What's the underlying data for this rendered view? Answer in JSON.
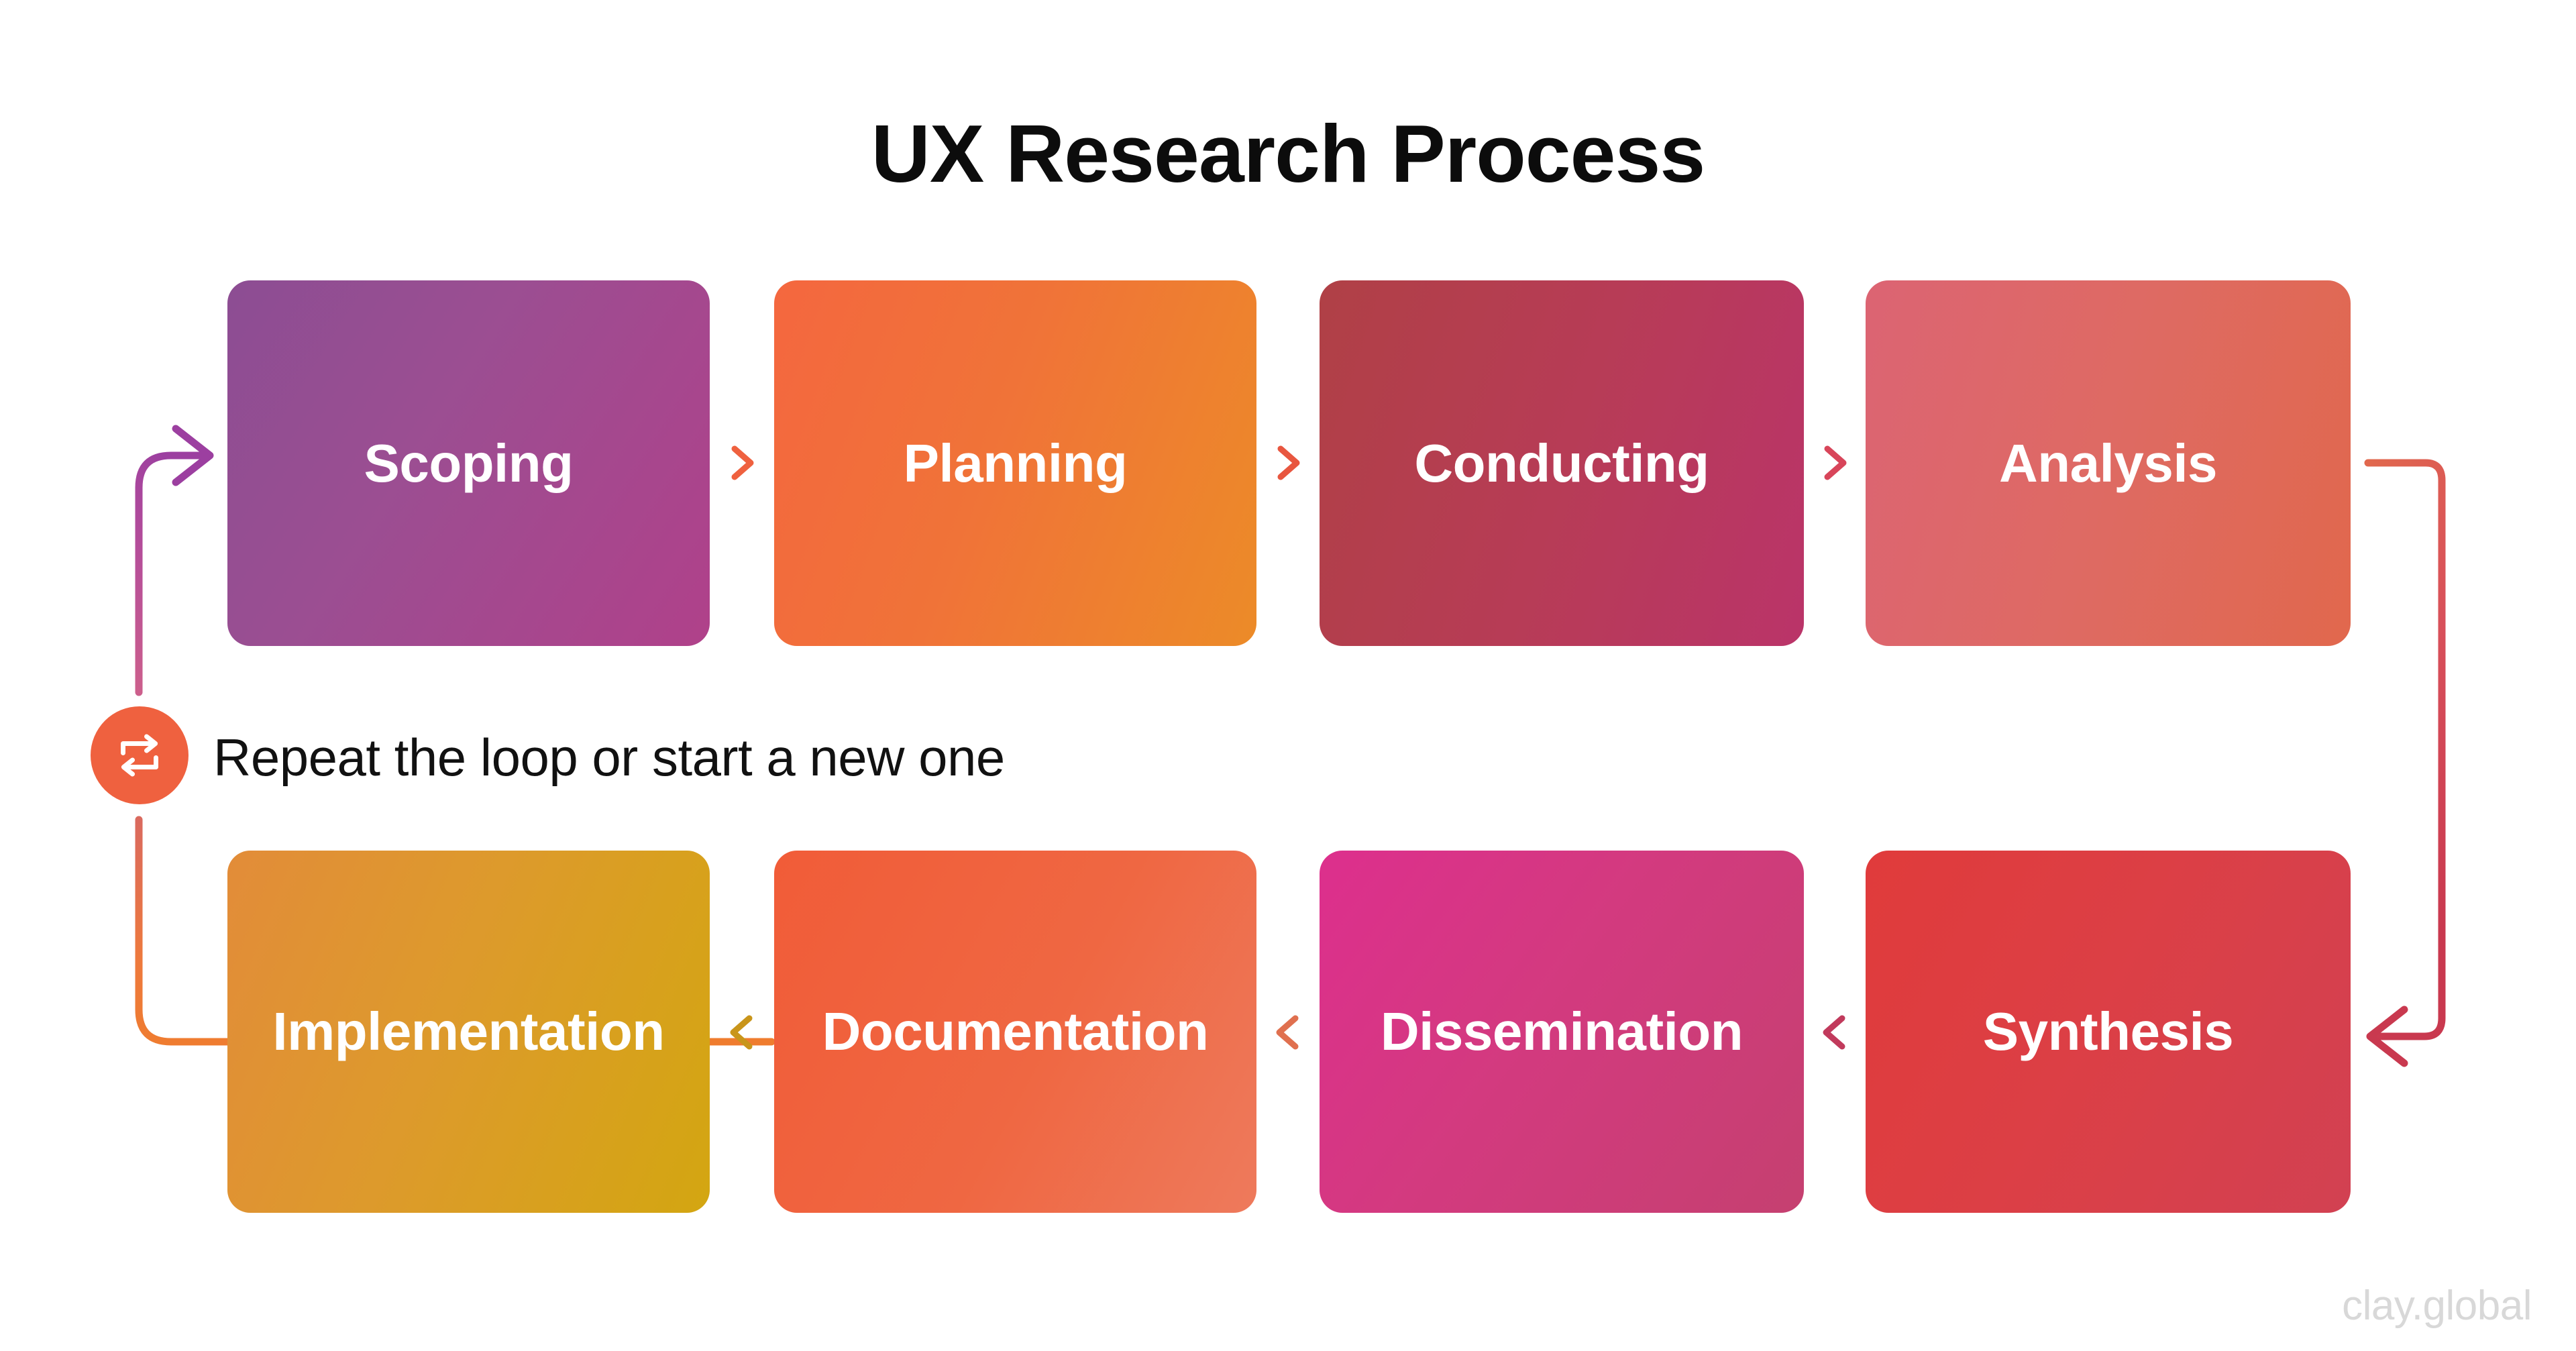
{
  "page": {
    "title": "UX Research Process",
    "background_color": "#ffffff",
    "watermark": "clay.global"
  },
  "diagram": {
    "type": "process-loop",
    "rows": 2,
    "columns": 4,
    "flow_direction_top": "left-to-right",
    "flow_direction_bottom": "right-to-left",
    "stages": [
      {
        "id": "scoping",
        "label": "Scoping",
        "row": "top",
        "column": 1,
        "order": 1,
        "gradient_from": "#8c4d93",
        "gradient_to": "#b0418a"
      },
      {
        "id": "planning",
        "label": "Planning",
        "row": "top",
        "column": 2,
        "order": 2,
        "gradient_from": "#f4673f",
        "gradient_to": "#ec8b28"
      },
      {
        "id": "conducting",
        "label": "Conducting",
        "row": "top",
        "column": 3,
        "order": 3,
        "gradient_from": "#b04046",
        "gradient_to": "#ba3469"
      },
      {
        "id": "analysis",
        "label": "Analysis",
        "row": "top",
        "column": 4,
        "order": 4,
        "gradient_from": "#dc6473",
        "gradient_to": "#e1684d"
      },
      {
        "id": "synthesis",
        "label": "Synthesis",
        "row": "bottom",
        "column": 4,
        "order": 5,
        "gradient_from": "#e03b3b",
        "gradient_to": "#d24152"
      },
      {
        "id": "dissemination",
        "label": "Dissemination",
        "row": "bottom",
        "column": 3,
        "order": 6,
        "gradient_from": "#dd2f8d",
        "gradient_to": "#c54070"
      },
      {
        "id": "documentation",
        "label": "Documentation",
        "row": "bottom",
        "column": 2,
        "order": 7,
        "gradient_from": "#f15c38",
        "gradient_to": "#ee7a5c"
      },
      {
        "id": "implementation",
        "label": "Implementation",
        "row": "bottom",
        "column": 1,
        "order": 8,
        "gradient_from": "#e28c39",
        "gradient_to": "#d3a611"
      }
    ],
    "connectors": [
      {
        "id": "scoping-to-planning",
        "icon": "chevron-right-icon",
        "color": "#ef613f"
      },
      {
        "id": "planning-to-conducting",
        "icon": "chevron-right-icon",
        "color": "#e8563f"
      },
      {
        "id": "conducting-to-analysis",
        "icon": "chevron-right-icon",
        "color": "#d8455a"
      },
      {
        "id": "analysis-to-synthesis",
        "icon": "loop-arrow-right-icon",
        "color_from": "#e1684d",
        "color_to": "#c9394f"
      },
      {
        "id": "synthesis-to-dissemination",
        "icon": "chevron-left-icon",
        "color": "#c13a5c"
      },
      {
        "id": "dissemination-to-documentation",
        "icon": "chevron-left-icon",
        "color": "#e0704f"
      },
      {
        "id": "documentation-to-implementation",
        "icon": "chevron-left-icon",
        "color": "#c9951a"
      },
      {
        "id": "implementation-to-scoping",
        "icon": "loop-arrow-left-icon",
        "color_from": "#ef7c2e",
        "color_to": "#9c3fa0"
      }
    ],
    "loop_note": {
      "icon": "repeat-icon",
      "icon_background": "#ef613f",
      "text": "Repeat the loop or start a new one"
    }
  }
}
